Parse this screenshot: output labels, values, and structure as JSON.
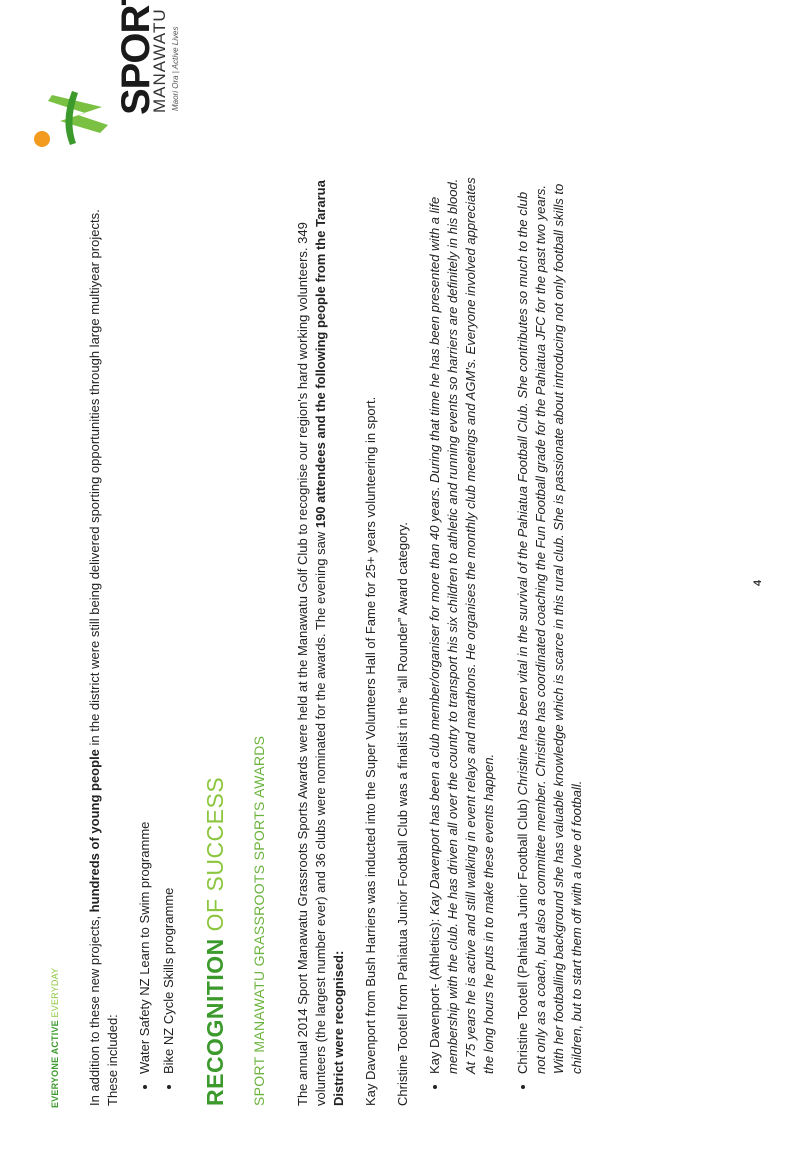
{
  "header": {
    "tag_bold": "EVERYONE ACTIVE",
    "tag_light": "EVERYDAY"
  },
  "logo": {
    "word": "SPORT",
    "word2": "MANAWATU",
    "tagline": "Maori Ora | Active Lives",
    "colors": {
      "orange": "#f39b1f",
      "green": "#7ac143"
    }
  },
  "intro": {
    "p1_a": "In addition to these new projects, ",
    "p1_b": "hundreds of young people",
    "p1_c": " in the district were still being delivered sporting opportunities through large multiyear projects. These included:"
  },
  "projects": [
    "Water Safety NZ Learn to Swim programme",
    "Bike NZ Cycle Skills programme"
  ],
  "section": {
    "title_bold": "RECOGNITION",
    "title_light": " OF SUCCESS",
    "subtitle": "SPORT MANAWATU GRASSROOTS SPORTS AWARDS"
  },
  "awards": {
    "p1_a": "The annual 2014 Sport Manawatu Grassroots Sports Awards were held at the Manawatu Golf Club to recognise our region's hard working volunteers. 349 volunteers (the largest number ever) and 36 clubs were nominated for the awards. The evening saw ",
    "p1_b": "190 attendees and the following people from the Tararua District were recognised:",
    "p2": "Kay Davenport from Bush Harriers was inducted into the Super Volunteers Hall of Fame for 25+ years volunteering in sport.",
    "p3": "Christine Tootell from Pahiatua Junior Football Club was a finalist in the “all Rounder” Award category."
  },
  "bios": [
    {
      "lead": "Kay Davenport- (Athletics): ",
      "text": "Kay Davenport has been a club member/organiser for more than 40 years. During that time he has been presented with a life membership with the club. He has driven all over the country to transport his six children to athletic and running events so harriers are definitely in his blood. At 75 years he is active and still walking in event relays and marathons. He organises the monthly club meetings and AGM's. Everyone involved appreciates the long hours he puts in to make these events happen."
    },
    {
      "lead": "Christine Tootell (Pahiatua Junior Football Club) ",
      "text": "Christine has been vital in the survival of the Pahiatua Football Club. She contributes so much to the club not only as a coach, but also a committee member. Christine has coordinated coaching the Fun Football grade for the Pahiatua JFC for the past two years. With her footballing background she has valuable knowledge which is scarce in this rural club. She is passionate about introducing not only football skills to children, but to start them off with a love of football."
    }
  ],
  "page_number": "4"
}
